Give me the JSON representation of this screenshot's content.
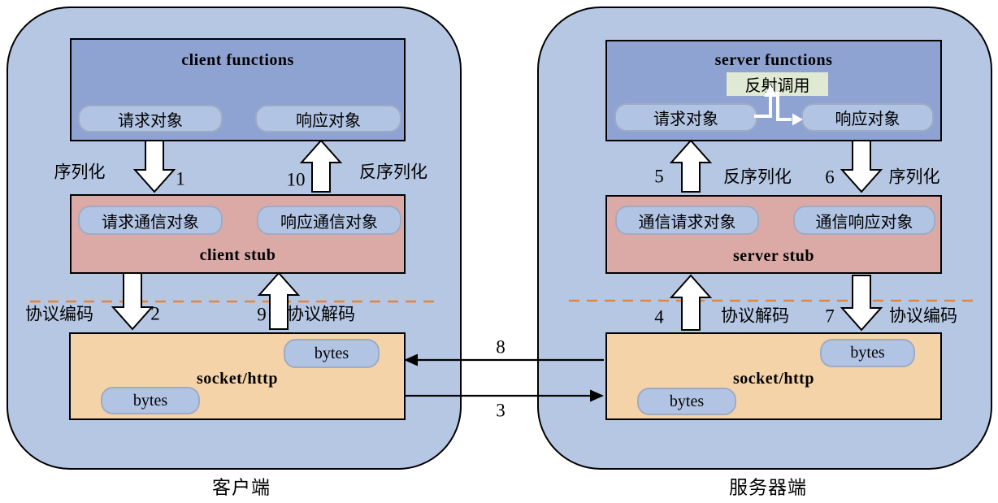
{
  "client": {
    "panel_label": "客户端",
    "functions": {
      "title": "client functions",
      "request_pill": "请求对象",
      "response_pill": "响应对象"
    },
    "flow_labels": {
      "serialize": "序列化",
      "step1": "1",
      "step10": "10",
      "deserialize": "反序列化"
    },
    "stub": {
      "title": "client stub",
      "request_pill": "请求通信对象",
      "response_pill": "响应通信对象"
    },
    "protocol_labels": {
      "encode": "协议编码",
      "step2": "2",
      "step9": "9",
      "decode": "协议解码"
    },
    "socket": {
      "title": "socket/http",
      "bytes_top": "bytes",
      "bytes_bottom": "bytes"
    }
  },
  "server": {
    "panel_label": "服务器端",
    "functions": {
      "title": "server functions",
      "reflection": "反射调用",
      "request_pill": "请求对象",
      "response_pill": "响应对象"
    },
    "flow_labels": {
      "step5": "5",
      "deserialize": "反序列化",
      "step6": "6",
      "serialize": "序列化"
    },
    "stub": {
      "title": "server stub",
      "request_pill": "通信请求对象",
      "response_pill": "通信响应对象"
    },
    "protocol_labels": {
      "step4": "4",
      "decode": "协议解码",
      "step7": "7",
      "encode": "协议编码"
    },
    "socket": {
      "title": "socket/http",
      "bytes_top": "bytes",
      "bytes_bottom": "bytes"
    }
  },
  "transport": {
    "step8": "8",
    "step3": "3"
  },
  "colors": {
    "panel": "#b6c7e4",
    "functions_box": "#8fa3d2",
    "stub_box": "#dbaaa7",
    "socket_box": "#f5d3a8",
    "pill": "#b2c4e3",
    "pill_border": "#9fabc4",
    "reflection_box": "#dfe9d3",
    "dashed_line": "#e2863b",
    "block_arrow_fill": "#ffffff",
    "outline": "#000000"
  }
}
